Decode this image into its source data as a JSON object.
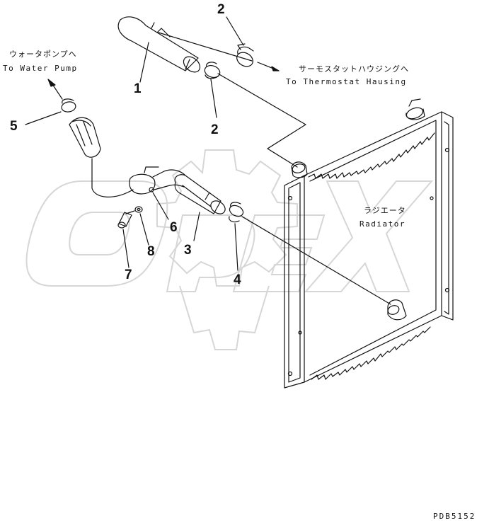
{
  "watermark": "OPEX",
  "labels": {
    "water_pump_jp": "ウォータポンプへ",
    "water_pump_en": "To Water Pump",
    "thermostat_jp": "サーモスタットハウジングへ",
    "thermostat_en": "To Thermostat Hausing",
    "radiator_jp": "ラジエータ",
    "radiator_en": "Radiator"
  },
  "callouts": {
    "c1": "1",
    "c2a": "2",
    "c2b": "2",
    "c3": "3",
    "c4": "4",
    "c5": "5",
    "c6": "6",
    "c7": "7",
    "c8": "8"
  },
  "drawing_code": "PDB5152",
  "colors": {
    "line": "#111111",
    "watermark": "#d9d9d9"
  }
}
